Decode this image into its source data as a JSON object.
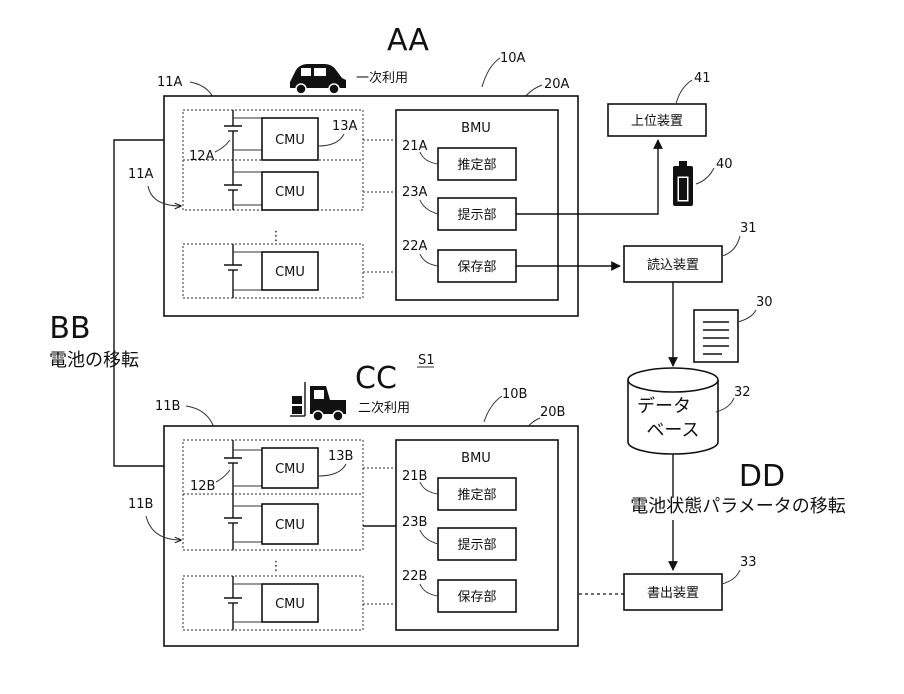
{
  "labels": {
    "aa": "AA",
    "bb": "BB",
    "cc": "CC",
    "dd": "DD",
    "bb_caption": "電池の移転",
    "dd_caption": "電池状態パラメータの移転",
    "primary_use": "一次利用",
    "secondary_use": "二次利用",
    "s1": "S1"
  },
  "refs": {
    "r10a": "10A",
    "r20a": "20A",
    "r11a_top": "11A",
    "r11a_side": "11A",
    "r12a": "12A",
    "r13a": "13A",
    "r21a": "21A",
    "r23a": "23A",
    "r22a": "22A",
    "r10b": "10B",
    "r20b": "20B",
    "r11b_top": "11B",
    "r11b_side": "11B",
    "r12b": "12B",
    "r13b": "13B",
    "r21b": "21B",
    "r23b": "23B",
    "r22b": "22B",
    "r41": "41",
    "r40": "40",
    "r31": "31",
    "r30": "30",
    "r32": "32",
    "r33": "33"
  },
  "blocks": {
    "bmu": "BMU",
    "cmu": "CMU",
    "estimation": "推定部",
    "presentation": "提示部",
    "storage": "保存部",
    "host_device": "上位装置",
    "reader": "読込装置",
    "writer": "書出装置",
    "database_line1": "データ",
    "database_line2": "ベース",
    "ellipsis": "⋮"
  },
  "icons": {
    "car": "car-icon",
    "forklift": "forklift-icon",
    "battery": "battery-icon",
    "document": "document-icon",
    "database": "database-cylinder-icon"
  }
}
